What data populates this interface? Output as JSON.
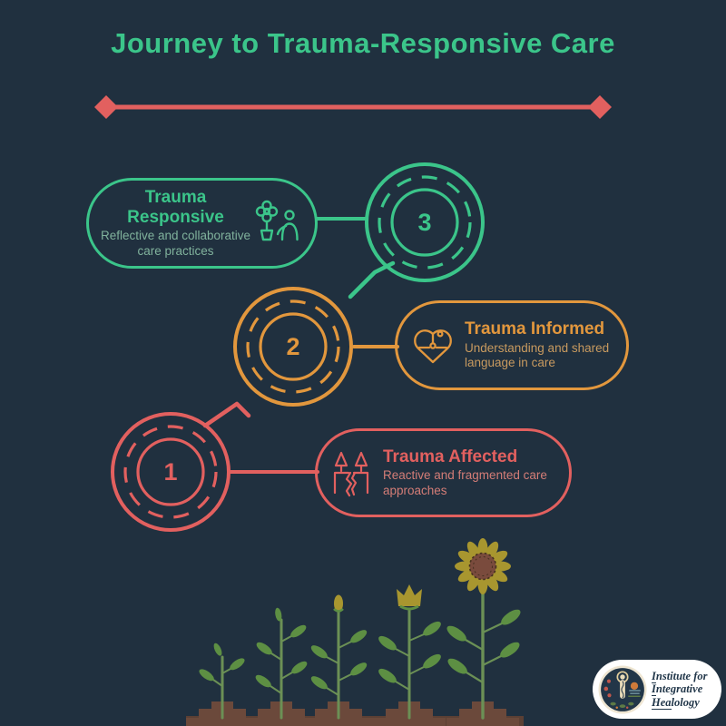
{
  "canvas": {
    "background": "#20303f"
  },
  "header": {
    "title": "Journey to Trauma-Responsive Care",
    "title_color": "#3bc58a",
    "divider_color": "#e2605f"
  },
  "steps": [
    {
      "number": "3",
      "title": "Trauma Responsive",
      "subtitle_line1": "Reflective and collaborative",
      "subtitle_line2": "care practices",
      "color": "#3bc58a",
      "subtitle_color": "#80b29c",
      "icon": "plant-care-icon"
    },
    {
      "number": "2",
      "title": "Trauma Informed",
      "subtitle_line1": "Understanding and shared",
      "subtitle_line2": "language in care",
      "color": "#e2973d",
      "subtitle_color": "#c89a5f",
      "icon": "puzzle-heart-icon"
    },
    {
      "number": "1",
      "title": "Trauma Affected",
      "subtitle_line1": "Reactive and fragmented care",
      "subtitle_line2": "approaches",
      "color": "#e2605f",
      "subtitle_color": "#d47d77",
      "icon": "cracked-trees-icon"
    }
  ],
  "growth_illustration": {
    "stages": [
      "seedling",
      "sprout",
      "budding-plant",
      "flowering-plant",
      "sunflower"
    ],
    "leaf_color": "#5d8f43",
    "soil_color": "#6b493b",
    "flower_color": "#a8962f"
  },
  "logo": {
    "line1_underlined": "I",
    "line1_rest": "nstitute for",
    "line2_underlined": "I",
    "line2_rest": "ntegrative",
    "line3_underlined": "Hea",
    "line3_rest": "lology",
    "text_color": "#22374a"
  }
}
